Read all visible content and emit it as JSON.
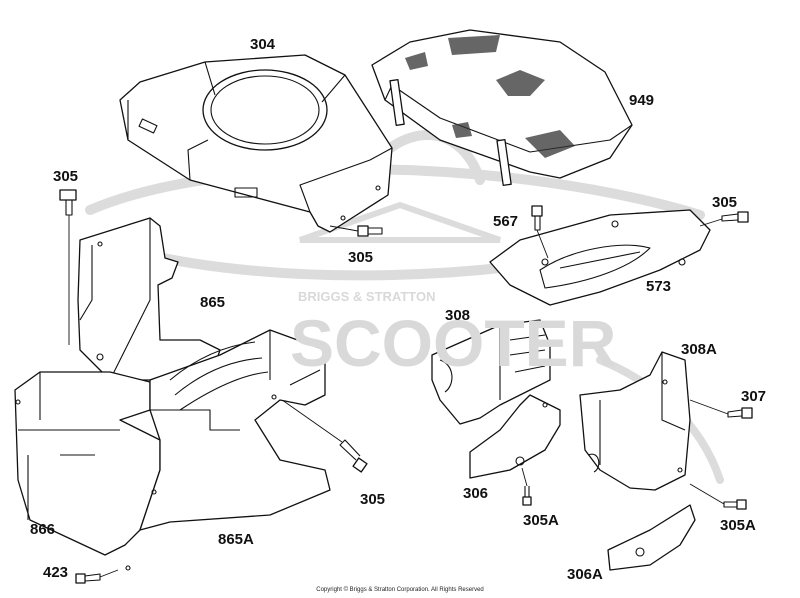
{
  "watermark": {
    "brand_text": "BRIGGS & STRATTON",
    "site_text": "SCOOTER"
  },
  "copyright": "Copyright © Briggs & Stratton Corporation. All Rights Reserved",
  "part_labels": [
    {
      "id": "304",
      "text": "304"
    },
    {
      "id": "949",
      "text": "949"
    },
    {
      "id": "305_a",
      "text": "305"
    },
    {
      "id": "305_b",
      "text": "305"
    },
    {
      "id": "567",
      "text": "567"
    },
    {
      "id": "305_c",
      "text": "305"
    },
    {
      "id": "573",
      "text": "573"
    },
    {
      "id": "865",
      "text": "865"
    },
    {
      "id": "308",
      "text": "308"
    },
    {
      "id": "308A",
      "text": "308A"
    },
    {
      "id": "307",
      "text": "307"
    },
    {
      "id": "305_d",
      "text": "305"
    },
    {
      "id": "306",
      "text": "306"
    },
    {
      "id": "305A_a",
      "text": "305A"
    },
    {
      "id": "305A_b",
      "text": "305A"
    },
    {
      "id": "866",
      "text": "866"
    },
    {
      "id": "865A",
      "text": "865A"
    },
    {
      "id": "423",
      "text": "423"
    },
    {
      "id": "306A",
      "text": "306A"
    }
  ]
}
